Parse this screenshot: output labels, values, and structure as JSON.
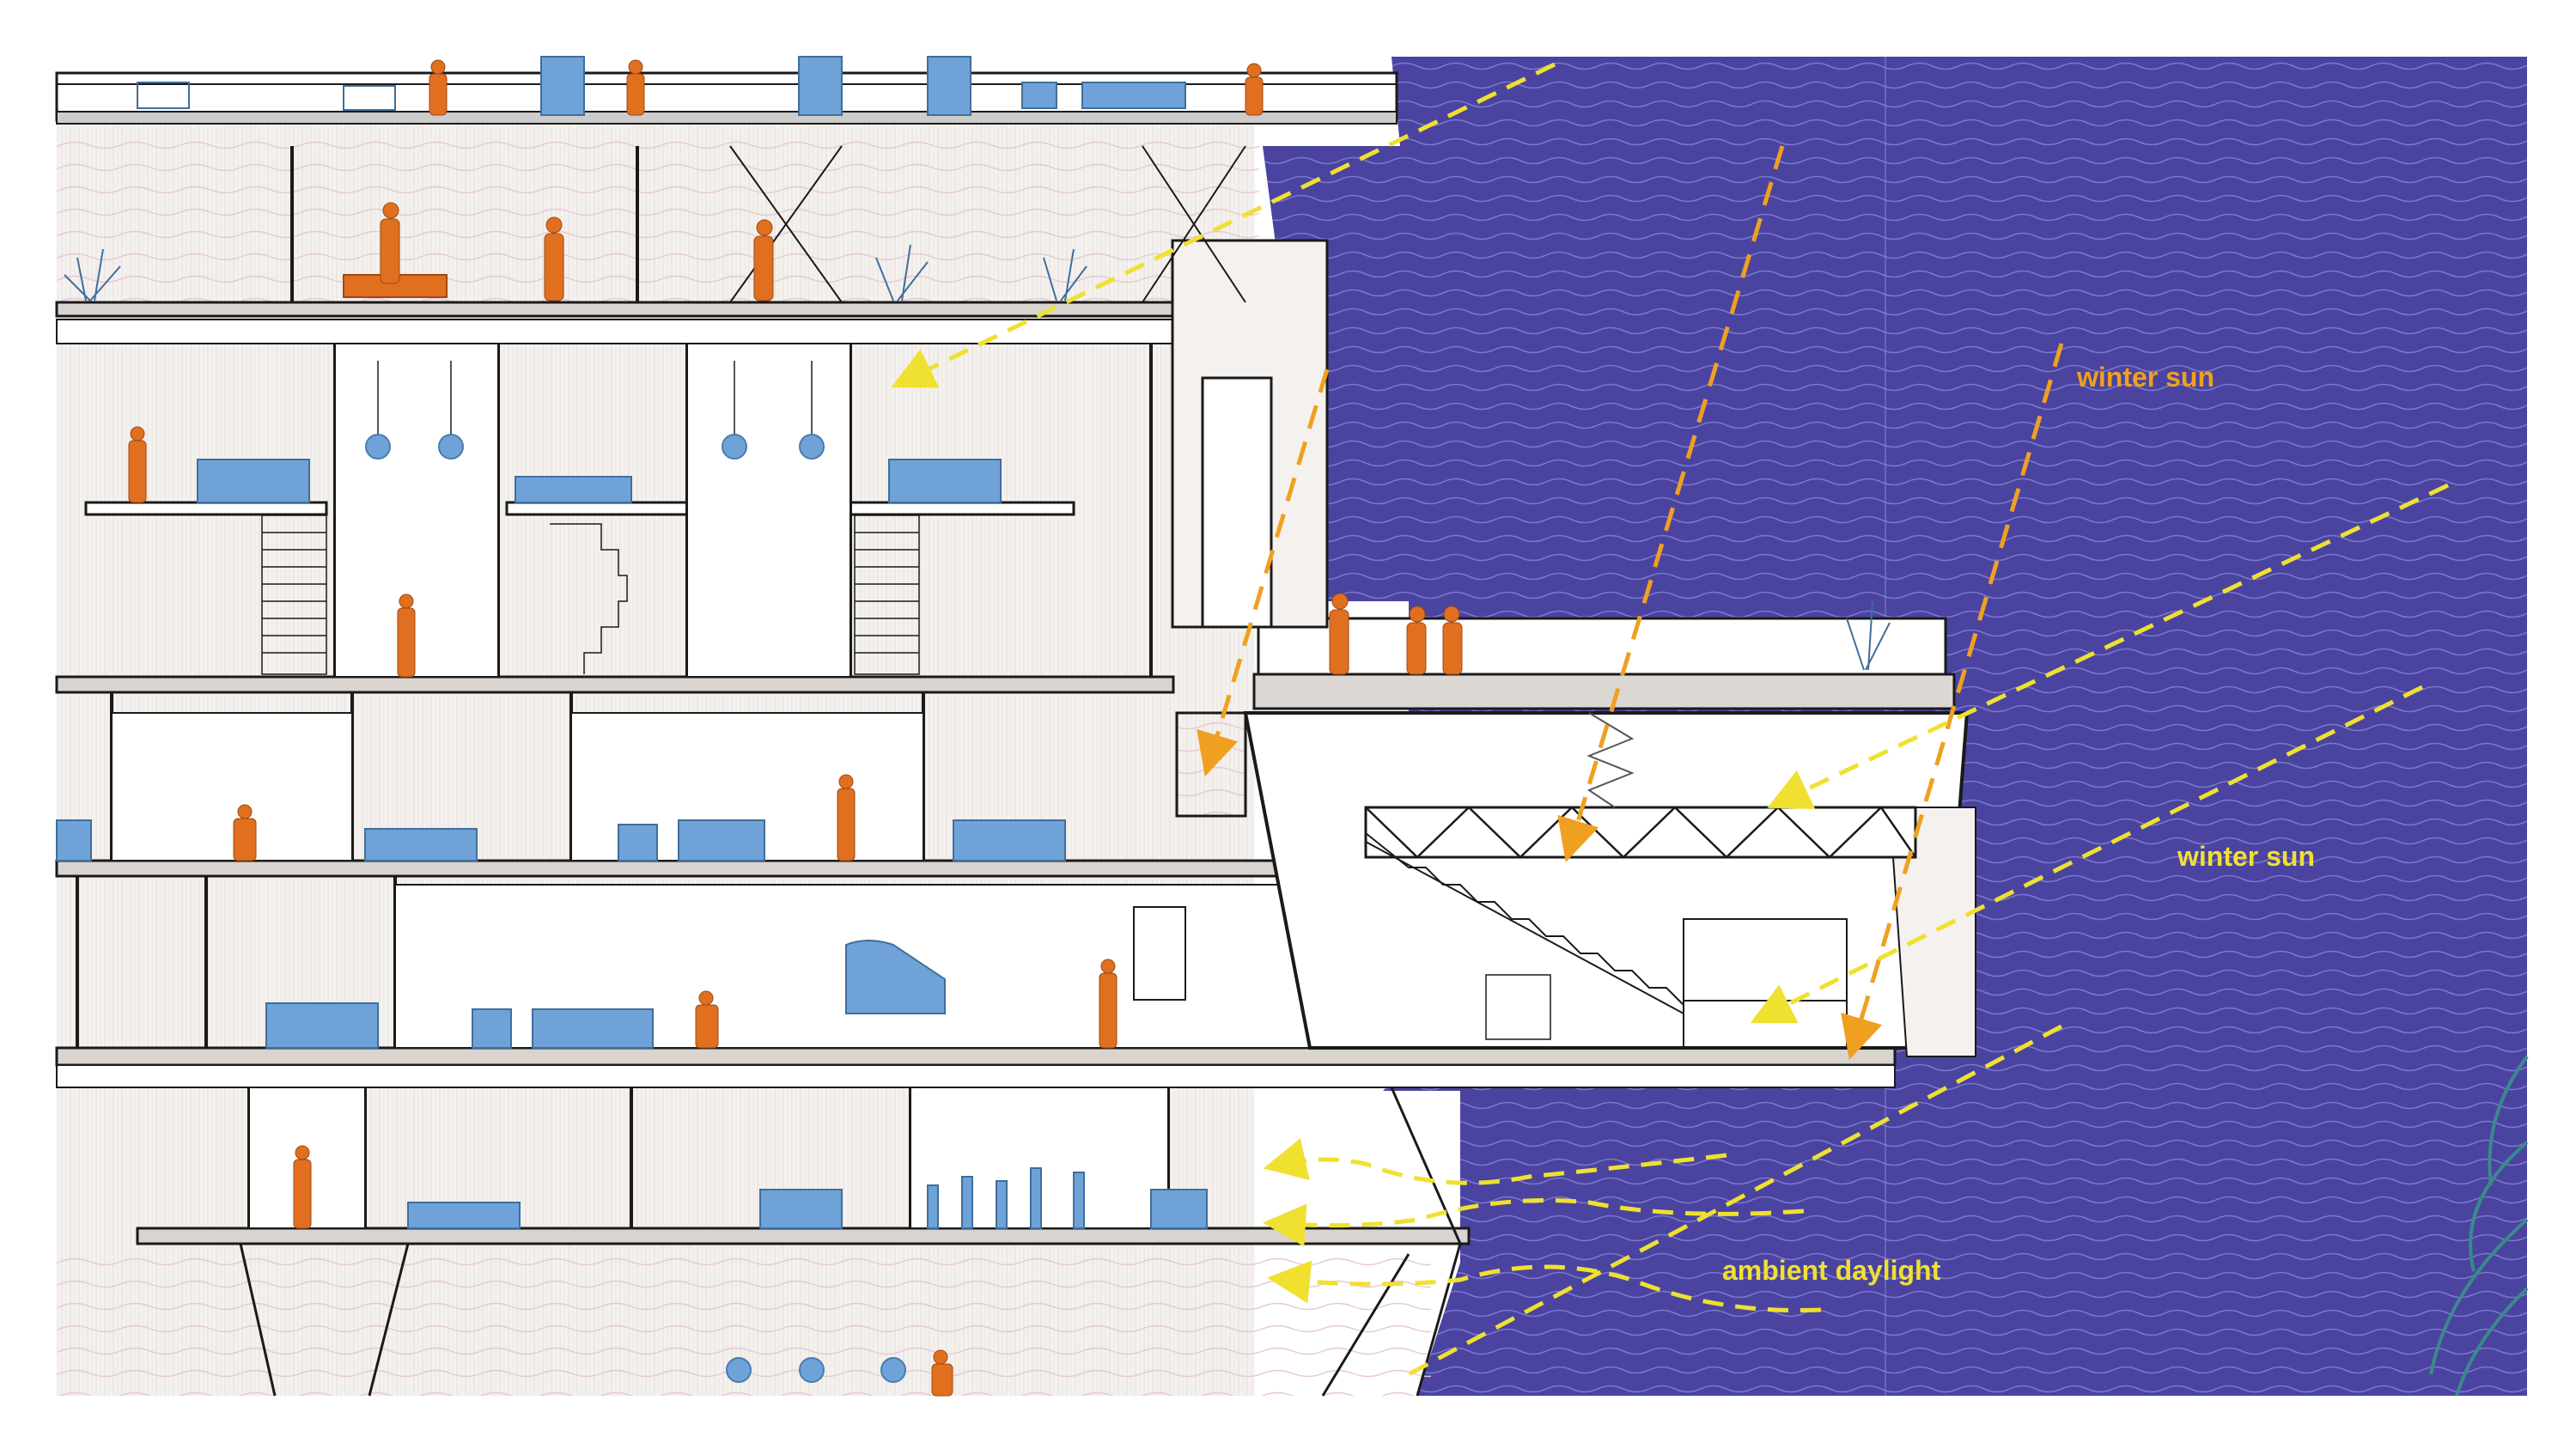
{
  "colors": {
    "sky": "#4a44a0",
    "sky_wave": "#6b66c0",
    "building_wall": "#f4f1ee",
    "wall_hatch": "#ddd6d0",
    "line": "#1a1a1a",
    "furniture": "#6fa3d8",
    "person": "#e07020",
    "sun_arrow_yellow": "#f0e030",
    "sun_arrow_orange": "#f0a020",
    "plant": "#3a8a8a",
    "label_orange": "#f0a020",
    "label_yellow": "#f0e030"
  },
  "annotations": {
    "winter_sun_high": "winter sun",
    "winter_sun_low": "winter sun",
    "ambient_daylight": "ambient daylight"
  },
  "icons": [
    "person-silhouette",
    "sofa",
    "bed",
    "armchair",
    "pendant-lamp",
    "potted-plant",
    "cactus",
    "grand-piano",
    "treadmill",
    "desk",
    "staircase",
    "truss",
    "sun-ray-arrow",
    "wavy-daylight-arrow"
  ]
}
